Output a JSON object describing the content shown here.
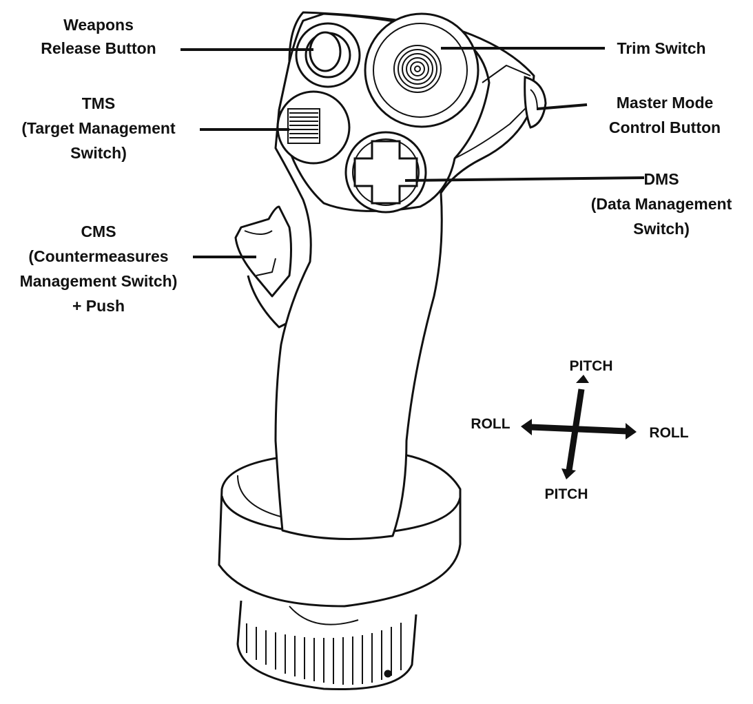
{
  "labels": {
    "weapons_release": [
      "Weapons",
      "Release Button"
    ],
    "trim_switch": [
      "Trim Switch"
    ],
    "tms": [
      "TMS",
      "(Target Management",
      "Switch)"
    ],
    "master_mode": [
      "Master Mode",
      "Control Button"
    ],
    "dms": [
      "DMS",
      "(Data Management",
      "Switch)"
    ],
    "cms": [
      "CMS",
      "(Countermeasures",
      "Management Switch)",
      "+ Push"
    ]
  },
  "axes": {
    "pitch_up": "PITCH",
    "pitch_down": "PITCH",
    "roll_left": "ROLL",
    "roll_right": "ROLL"
  },
  "colors": {
    "ink": "#111111",
    "background": "#ffffff"
  }
}
